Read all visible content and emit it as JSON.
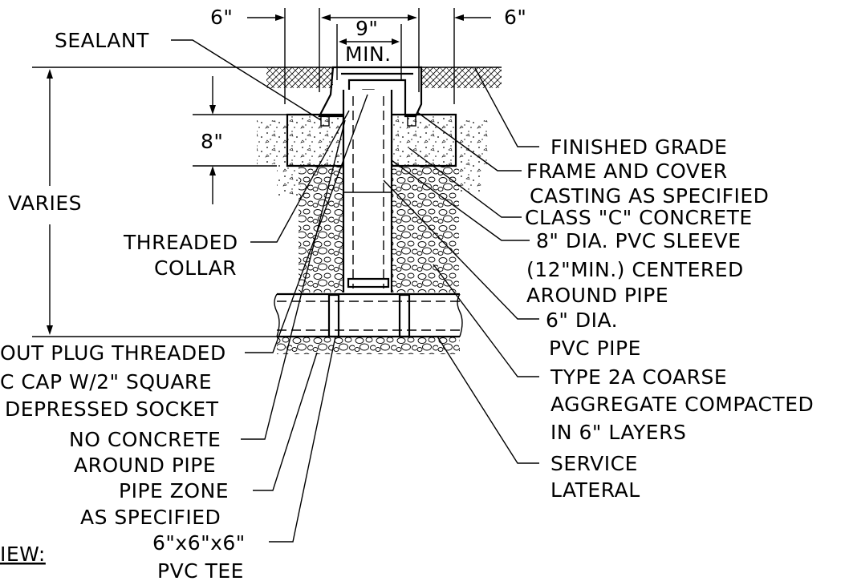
{
  "dimensions": {
    "left_offset": "6\"",
    "right_offset": "6\"",
    "top_width": "9\"",
    "top_min": "MIN.",
    "slab_depth": "8\"",
    "depth_varies": "VARIES"
  },
  "labels_left": {
    "sealant": "SEALANT",
    "threaded_collar_1": "THREADED",
    "threaded_collar_2": "COLLAR",
    "plug_1": "OUT PLUG THREADED",
    "plug_2": "C CAP W/2\" SQUARE",
    "plug_3": "DEPRESSED SOCKET",
    "no_concrete_1": "NO CONCRETE",
    "no_concrete_2": "AROUND PIPE",
    "pipe_zone_1": "PIPE ZONE",
    "pipe_zone_2": "AS SPECIFIED",
    "tee_1": "6\"x6\"x6\"",
    "tee_2": "PVC TEE",
    "view_title": "IEW:"
  },
  "labels_right": {
    "finished_grade": "FINISHED GRADE",
    "frame_1": "FRAME AND COVER",
    "frame_2": "CASTING AS SPECIFIED",
    "concrete": "CLASS \"C\" CONCRETE",
    "sleeve_1": "8\" DIA. PVC SLEEVE",
    "sleeve_2": "(12\"MIN.) CENTERED",
    "sleeve_3": "AROUND PIPE",
    "pipe_1": "6\" DIA.",
    "pipe_2": "PVC PIPE",
    "aggregate_1": "TYPE 2A COARSE",
    "aggregate_2": "AGGREGATE COMPACTED",
    "aggregate_3": "IN 6\" LAYERS",
    "lateral_1": "SERVICE",
    "lateral_2": "LATERAL"
  }
}
